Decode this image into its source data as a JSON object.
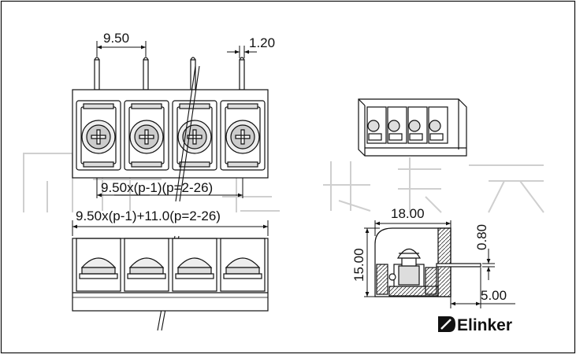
{
  "dimensions": {
    "pitch_top": "9.50",
    "pin_width": "1.20",
    "pitch_formula": "9.50x(p-1)(p=2-26)",
    "overall_formula": "9.50x(p-1)+11.0(p=2-26)",
    "side_width": "18.00",
    "side_height": "15.00",
    "pin_thickness": "0.80",
    "pin_offset": "5.00"
  },
  "brand": {
    "name": "Elinker"
  },
  "colors": {
    "line": "#111111",
    "fill_light": "#eeeeee",
    "watermark": "#c8c8c8"
  }
}
